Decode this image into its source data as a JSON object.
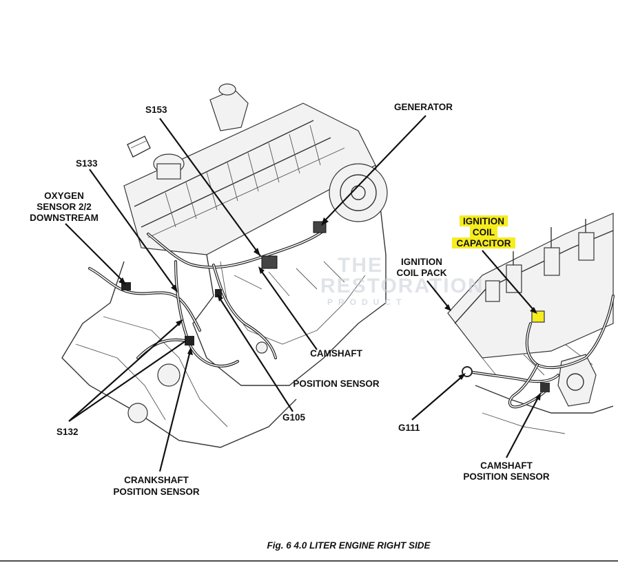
{
  "labels": {
    "s153": "S153",
    "generator": "GENERATOR",
    "s133": "S133",
    "oxygen_sensor": [
      "OXYGEN",
      "SENSOR 2/2",
      "DOWNSTREAM"
    ],
    "ignition_coil_capacitor": [
      "IGNITION",
      "COIL",
      "CAPACITOR"
    ],
    "ignition_coil_pack": [
      "IGNITION",
      "COIL PACK"
    ],
    "camshaft_position_sensor_left": [
      "CAMSHAFT",
      "POSITION SENSOR"
    ],
    "s132": "S132",
    "g105": "G105",
    "g111": "G111",
    "crankshaft_position_sensor": [
      "CRANKSHAFT",
      "POSITION SENSOR"
    ],
    "camshaft_position_sensor_right": [
      "CAMSHAFT",
      "POSITION SENSOR"
    ]
  },
  "watermark": {
    "line1": "THE",
    "line2": "RESTORATION",
    "line3": "PRODUCT"
  },
  "caption": "Fig. 6 4.0 LITER ENGINE RIGHT SIDE",
  "colors": {
    "highlight": "#f6ec1f",
    "ink": "#111111"
  }
}
